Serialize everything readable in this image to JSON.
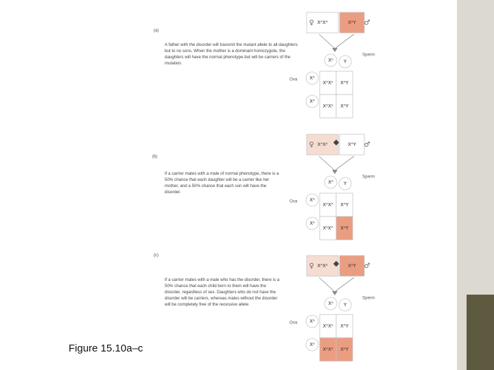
{
  "colors": {
    "background": "#ffffff",
    "sidebar_strip": "#dcdad0",
    "sidebar_accent": "#5e5a40",
    "affected_fill": "#eb9d82",
    "normal_fill": "#ffffff",
    "carrier_female_fill": "#f6ddd2",
    "cell_border": "#c4c4c4",
    "arrow": "#8a8a8a"
  },
  "caption": "Figure 15.10a–c",
  "symbols": {
    "female": "♀",
    "male": "♂"
  },
  "panels": [
    {
      "letter": "(a)",
      "description": "A father with the disorder will transmit the mutant allele to all daughters but to no sons. When the mother is a dominant homozygote, the daughters will have the normal phenotype but will be carriers of the mutation.",
      "mother": "XᴬXᴬ",
      "father": "XᵃY",
      "sperm_label": "Sperm",
      "ova_label": "Ova",
      "sperm": [
        "Xᵃ",
        "Y"
      ],
      "ova": [
        "Xᴬ",
        "Xᴬ"
      ],
      "grid": [
        [
          "XᴬXᵃ",
          "XᴬY"
        ],
        [
          "XᴬXᵃ",
          "XᴬY"
        ]
      ]
    },
    {
      "letter": "(b)",
      "description": "If a carrier mates with a male of normal phenotype, there is a 50% chance that each daughter will be a carrier like her mother, and a 50% chance that each son will have the disorder.",
      "mother": "XᴬXᵃ",
      "father": "XᴬY",
      "sperm_label": "Sperm",
      "ova_label": "Ova",
      "sperm": [
        "Xᴬ",
        "Y"
      ],
      "ova": [
        "Xᴬ",
        "Xᵃ"
      ],
      "grid": [
        [
          "XᴬXᴬ",
          "XᴬY"
        ],
        [
          "XᵃXᴬ",
          "XᵃY"
        ]
      ]
    },
    {
      "letter": "(c)",
      "description": "If a carrier mates with a male who has the disorder, there is a 50% chance that each child born to them will have the disorder, regardless of sex. Daughters who do not have the disorder will be carriers, whereas males without the disorder will be completely free of the recessive allele.",
      "mother": "XᴬXᵃ",
      "father": "XᵃY",
      "sperm_label": "Sperm",
      "ova_label": "Ova",
      "sperm": [
        "Xᵃ",
        "Y"
      ],
      "ova": [
        "Xᴬ",
        "Xᵃ"
      ],
      "grid": [
        [
          "XᴬXᵃ",
          "XᴬY"
        ],
        [
          "XᵃXᵃ",
          "XᵃY"
        ]
      ]
    }
  ]
}
